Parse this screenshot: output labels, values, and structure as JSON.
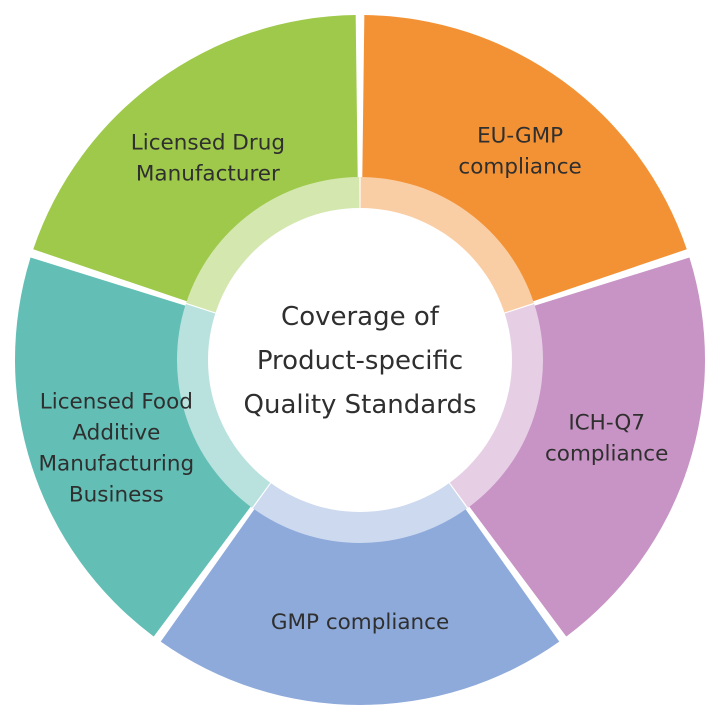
{
  "center": {
    "lines": [
      "Coverage of",
      "Product-specific",
      "Quality Standards"
    ]
  },
  "segments": [
    {
      "id": "eu-gmp",
      "lines": [
        "EU-GMP",
        "compliance"
      ],
      "color": "#f39234"
    },
    {
      "id": "ich-q7",
      "lines": [
        "ICH-Q7",
        "compliance"
      ],
      "color": "#c894c5"
    },
    {
      "id": "gmp",
      "lines": [
        "GMP compliance"
      ],
      "color": "#8eaadb"
    },
    {
      "id": "food-additive",
      "lines": [
        "Licensed Food",
        "Additive",
        "Manufacturing",
        "Business"
      ],
      "color": "#63bfb5"
    },
    {
      "id": "drug-manufacturer",
      "lines": [
        "Licensed Drug",
        "Manufacturer"
      ],
      "color": "#9ec94b"
    }
  ]
}
